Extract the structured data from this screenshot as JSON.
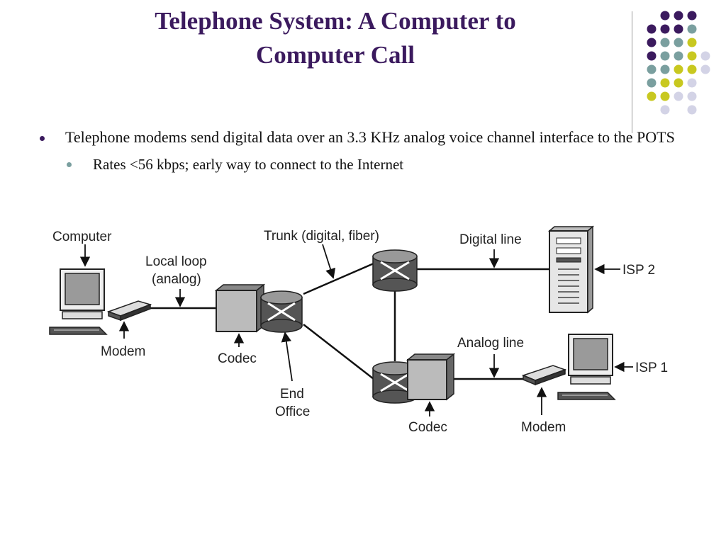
{
  "slide": {
    "title_line1": "Telephone System: A Computer to",
    "title_line2": "Computer Call"
  },
  "bullets": {
    "main": "Telephone modems send digital data over an 3.3 KHz analog voice channel interface to the POTS",
    "sub": "Rates <56 kbps; early way to connect to the Internet"
  },
  "diagram": {
    "labels": {
      "computer": "Computer",
      "local_loop_1": "Local loop",
      "local_loop_2": "(analog)",
      "modem_left": "Modem",
      "codec_left": "Codec",
      "end_office_1": "End",
      "end_office_2": "Office",
      "trunk": "Trunk (digital, fiber)",
      "digital_line": "Digital line",
      "isp2": "ISP 2",
      "analog_line": "Analog line",
      "isp1": "ISP 1",
      "codec_right": "Codec",
      "modem_right": "Modem"
    }
  },
  "colors": {
    "title": "#3b1a5e",
    "dot_purple": "#3b1a5e",
    "dot_teal": "#7a9f9f",
    "dot_yellow": "#c8c820",
    "dot_lavender": "#d3d3e6"
  },
  "icons": [
    "computer-icon",
    "modem-icon",
    "codec-box",
    "switch-icon",
    "server-icon"
  ]
}
